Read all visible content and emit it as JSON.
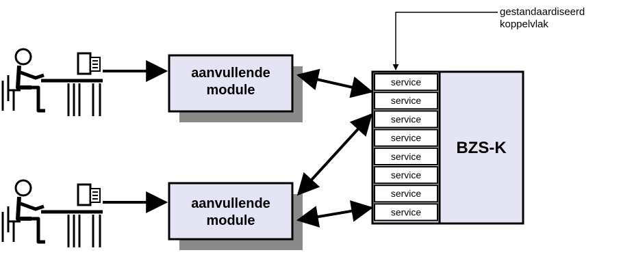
{
  "annotation": {
    "line1": "gestandaardiseerd",
    "line2": "koppelvlak"
  },
  "modules": [
    {
      "line1": "aanvullende",
      "line2": "module"
    },
    {
      "line1": "aanvullende",
      "line2": "module"
    }
  ],
  "services": [
    "service",
    "service",
    "service",
    "service",
    "service",
    "service",
    "service",
    "service"
  ],
  "core": {
    "label": "BZS-K"
  },
  "colors": {
    "box_fill": "#e4e4f4",
    "shadow": "#8a8a8a",
    "stroke": "#000000"
  },
  "icons": [
    "user-at-terminal-icon",
    "user-at-terminal-icon"
  ]
}
